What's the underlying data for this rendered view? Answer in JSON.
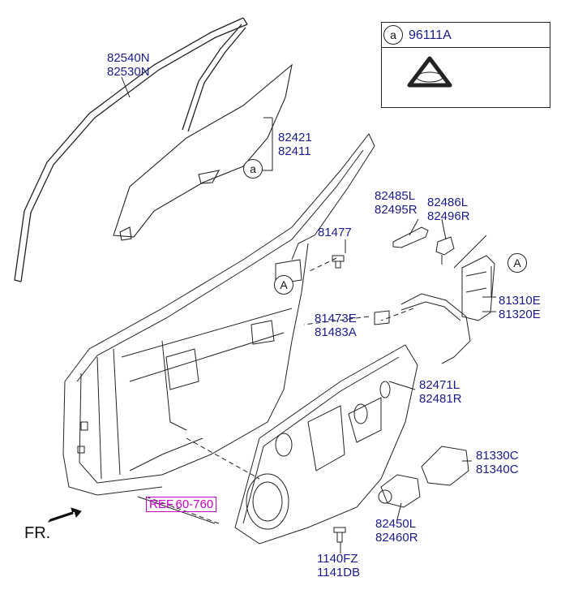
{
  "labels": {
    "glass_run": [
      "82540N",
      "82530N"
    ],
    "door_glass": [
      "82421",
      "82411"
    ],
    "grommet_81477": "81477",
    "outside_handle": [
      "82485L",
      "82495R"
    ],
    "handle_bracket": [
      "82486L",
      "82496R"
    ],
    "door_latch": [
      "81310E",
      "81320E"
    ],
    "cable": [
      "81473E",
      "81483A"
    ],
    "module_panel": [
      "82471L",
      "82481R"
    ],
    "motor_control": [
      "81330C",
      "81340C"
    ],
    "window_motor": [
      "82450L",
      "82460R"
    ],
    "bolt": [
      "1140FZ",
      "1141DB"
    ]
  },
  "reference": "REF.60-760",
  "direction": "FR.",
  "callout_letter": "a",
  "callout_A": "A",
  "inset_part": "96111A"
}
